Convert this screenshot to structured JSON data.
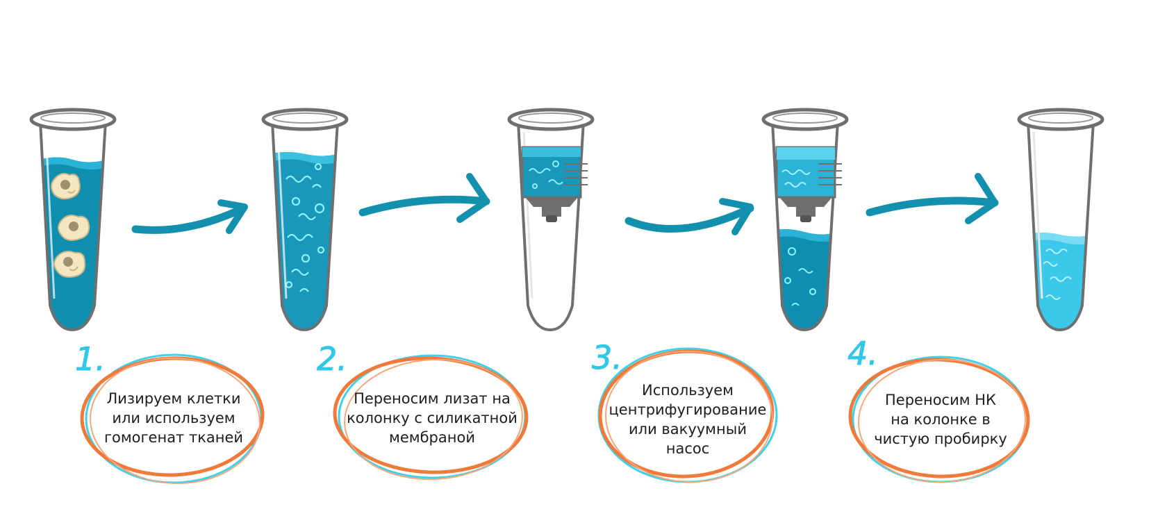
{
  "colors": {
    "liquid_dark": "#0f8fb0",
    "liquid_mid": "#1aa6c8",
    "liquid_light": "#3cc8ea",
    "arrow": "#1390ae",
    "tube_outline": "#6f6f6f",
    "oval_orange": "#f07a3a",
    "oval_cyan": "#3fd0ec",
    "number": "#2fc8e6"
  },
  "steps": [
    {
      "number": "1.",
      "caption": "Лизируем клетки\nили используем\nгомогенат тканей"
    },
    {
      "number": "2.",
      "caption": "Переносим лизат на\nколонку с силикатной\nмембраной"
    },
    {
      "number": "3.",
      "caption": "Используем\nцентрифугирование\nили вакуумный\nнасос"
    },
    {
      "number": "4.",
      "caption": "Переносим НК\nна колонке в\nчистую пробирку"
    }
  ]
}
